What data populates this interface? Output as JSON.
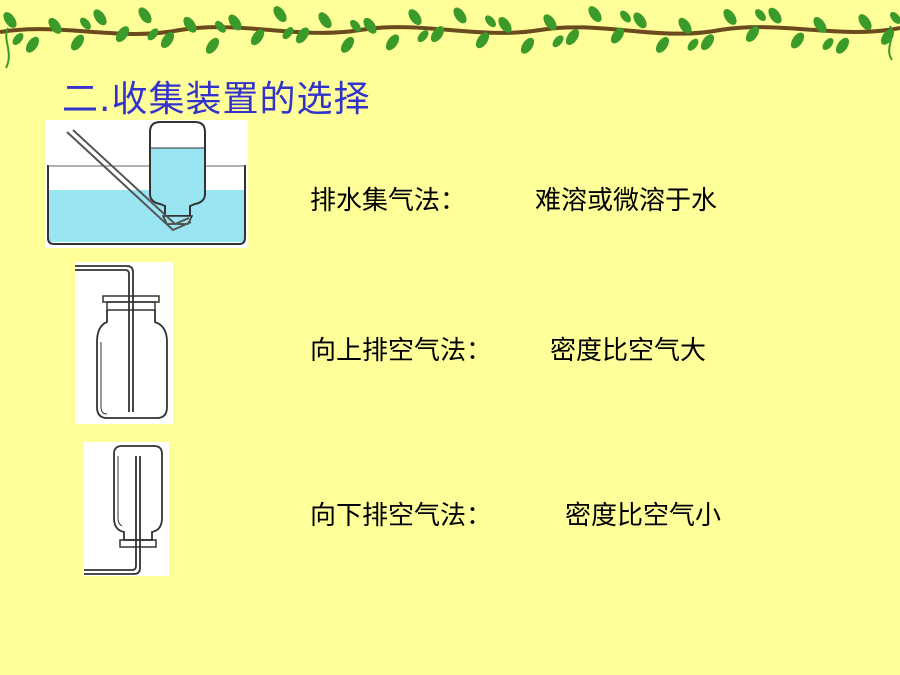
{
  "slide": {
    "title": "二.收集装置的选择",
    "rows": [
      {
        "method": "排水集气法：",
        "condition": "难溶或微溶于水"
      },
      {
        "method": "向上排空气法：",
        "condition": "密度比空气大"
      },
      {
        "method": "向下排空气法：",
        "condition": "密度比空气小"
      }
    ]
  },
  "colors": {
    "background": "#ffff99",
    "title": "#3333cc",
    "water": "#99e6f2",
    "vine_stem": "#6b4a1e",
    "vine_leaf": "#3a9a2a"
  }
}
